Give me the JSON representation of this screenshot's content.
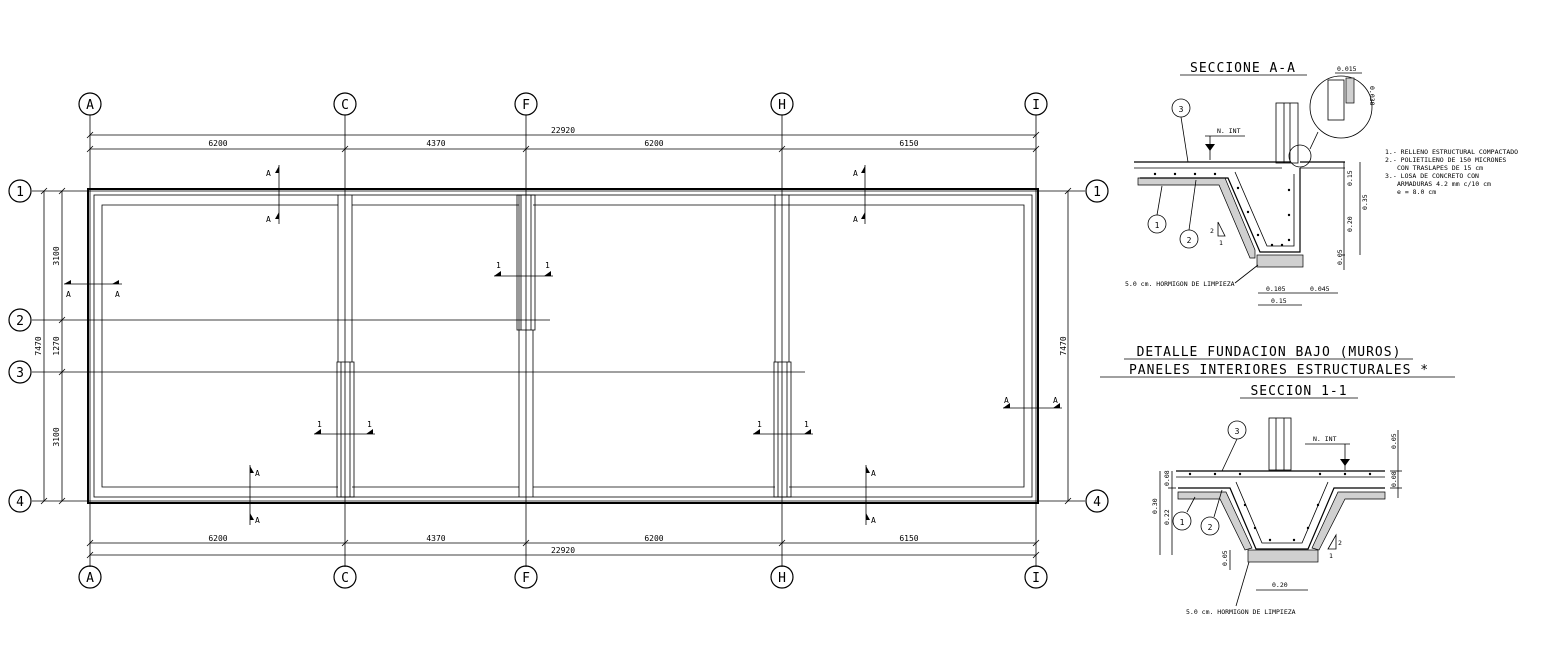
{
  "grid": {
    "columns": [
      "A",
      "C",
      "F",
      "H",
      "I"
    ],
    "rows": [
      "1",
      "2",
      "3",
      "4"
    ]
  },
  "dimensions": {
    "overall_top": "22920",
    "overall_bottom": "22920",
    "spans_top": [
      "6200",
      "4370",
      "6200",
      "6150"
    ],
    "spans_bottom": [
      "6200",
      "4370",
      "6200",
      "6150"
    ],
    "overall_left": "7470",
    "overall_right": "7470",
    "spans_left": [
      "3100",
      "1270",
      "3100"
    ]
  },
  "section_marks": {
    "a": "A",
    "one": "1"
  },
  "section_aa": {
    "title": "SECCIONE A-A",
    "level_label": "N. INT",
    "bubbles": [
      "3",
      "1",
      "2"
    ],
    "slope": [
      "2",
      "1"
    ],
    "dims": {
      "d1": "0.015",
      "d2": "0.030",
      "h1": "0.15",
      "h2": "0.20",
      "h3": "0.35",
      "h4": "0.05",
      "w1": "0.105",
      "w2": "0.045",
      "w3": "0.15"
    },
    "lean_concrete": "5.0 cm. HORMIGON DE LIMPIEZA",
    "notes": [
      "1.- RELLENO ESTRUCTURAL COMPACTADO",
      "2.- POLIETILENO DE 150 MICRONES",
      "CON TRASLAPES DE 15 cm",
      "3.- LOSA DE CONCRETO CON",
      "ARMADURAS 4.2 mm c/10 cm",
      "e = 8.0 cm"
    ]
  },
  "detail": {
    "title_1": "DETALLE FUNDACION BAJO (MUROS)",
    "title_2": "PANELES INTERIORES ESTRUCTURALES *",
    "section_title": "SECCION 1-1"
  },
  "section_11": {
    "level_label": "N. INT",
    "bubbles": [
      "3",
      "1",
      "2"
    ],
    "slope": [
      "2",
      "1"
    ],
    "dims": {
      "top": "0.05",
      "left_total": "0.30",
      "left_a": "0.08",
      "left_b": "0.22",
      "right_a": "0.08",
      "bottom_h": "0.05",
      "bottom_w": "0.20"
    },
    "lean_concrete": "5.0 cm. HORMIGON DE LIMPIEZA"
  }
}
